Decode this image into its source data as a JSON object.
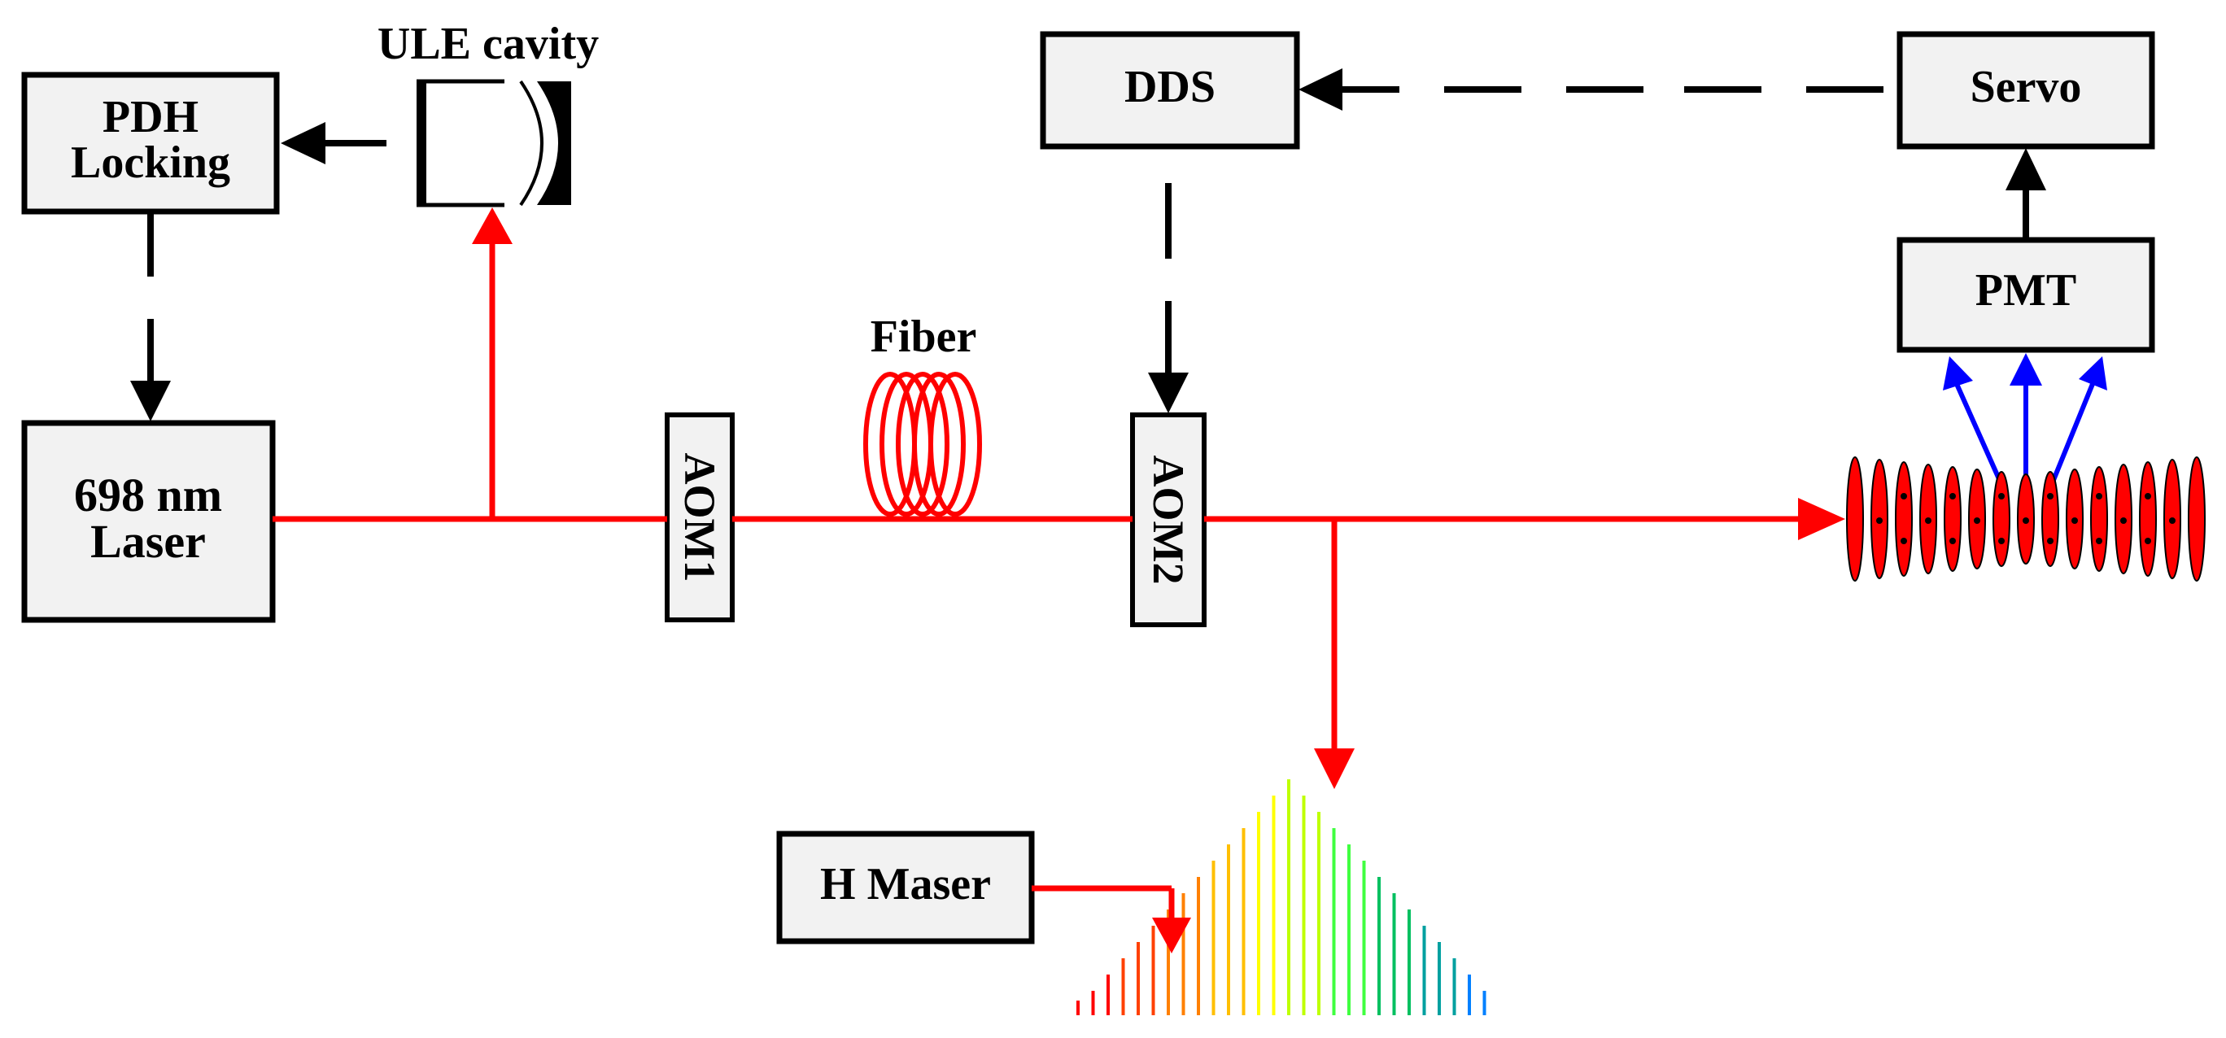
{
  "labels": {
    "pdh_line1": "PDH",
    "pdh_line2": "Locking",
    "laser_line1": "698 nm",
    "laser_line2": "Laser",
    "ule_cavity": "ULE cavity",
    "aom1": "AOM1",
    "aom2": "AOM2",
    "fiber": "Fiber",
    "dds": "DDS",
    "servo": "Servo",
    "pmt": "PMT",
    "h_maser": "H Maser"
  },
  "colors": {
    "beam": "#ff0000",
    "signal": "#000000",
    "fluorescence": "#0000ff",
    "box_fill": "#f2f2f2"
  },
  "frequency_comb": {
    "colors": [
      "#ff0000",
      "#ff4000",
      "#ff8000",
      "#ffbf00",
      "#ffff00",
      "#bfff00",
      "#40ff40",
      "#00c060",
      "#00a0a0",
      "#0080ff"
    ]
  }
}
